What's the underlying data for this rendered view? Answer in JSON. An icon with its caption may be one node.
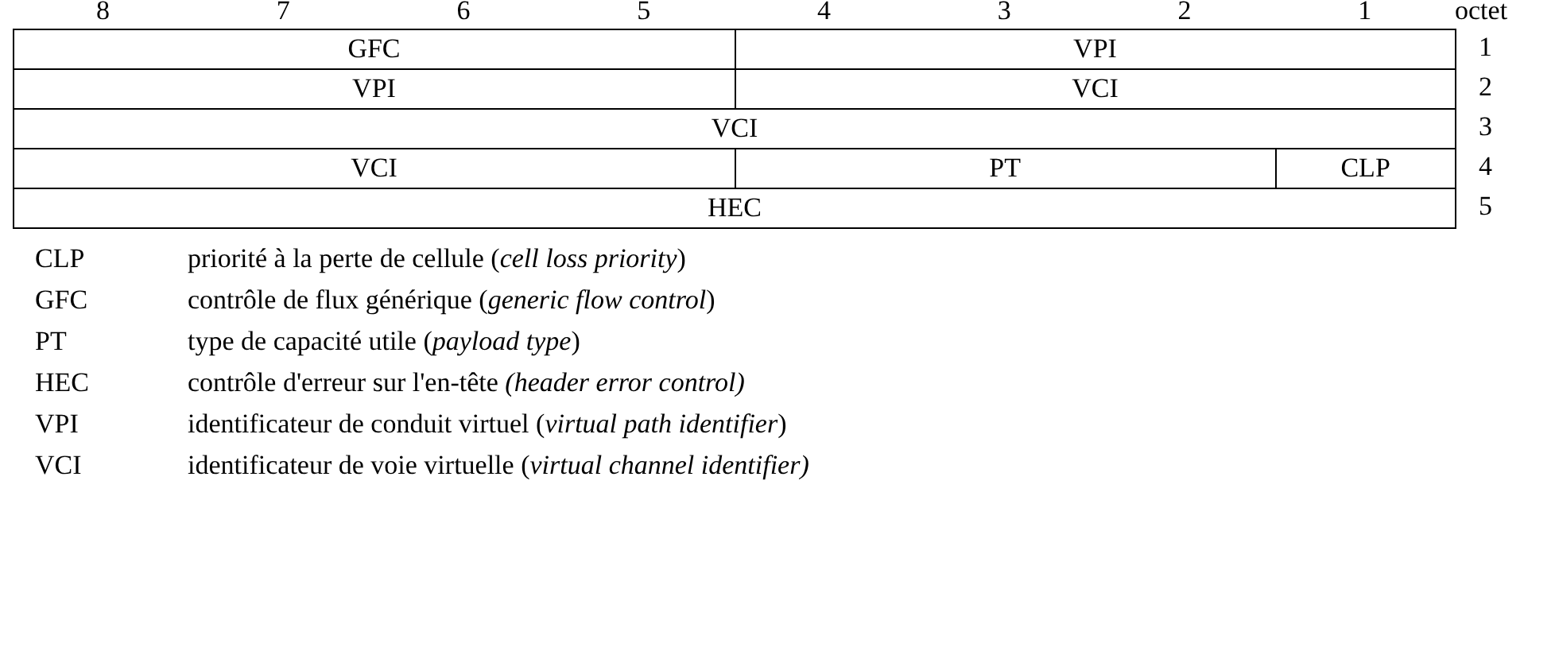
{
  "diagram": {
    "nodes": [
      {
        "text": [
          "GFC"
        ]
      },
      {
        "text": [
          "VPI"
        ]
      },
      {
        "text": [
          "VPI"
        ]
      },
      {
        "text": [
          "VCI"
        ]
      },
      {
        "text": [
          "VCI"
        ]
      },
      {
        "text": [
          "VCI"
        ]
      },
      {
        "text": [
          "PT"
        ]
      },
      {
        "text": [
          "CLP"
        ]
      },
      {
        "text": [
          "HEC"
        ]
      }
    ],
    "labels": [
      "8",
      "7",
      "6",
      "5",
      "4",
      "3",
      "2",
      "1",
      "octet",
      "1",
      "2",
      "3",
      "4",
      "5",
      "CLP",
      "priorité à la perte de cellule (*cell loss priority*)",
      "GFC",
      "contrôle de flux générique (*generic flow control*)",
      "PT",
      "type de capacité utile (*payload type*)",
      "HEC",
      "contrôle d'erreur sur l'en-tête *(header error control)*",
      "VPI",
      "identificateur de conduit virtuel (*virtual path identifier*)",
      "VCI",
      "identificateur de voie virtuelle (*virtual channel identifier)*"
    ]
  }
}
